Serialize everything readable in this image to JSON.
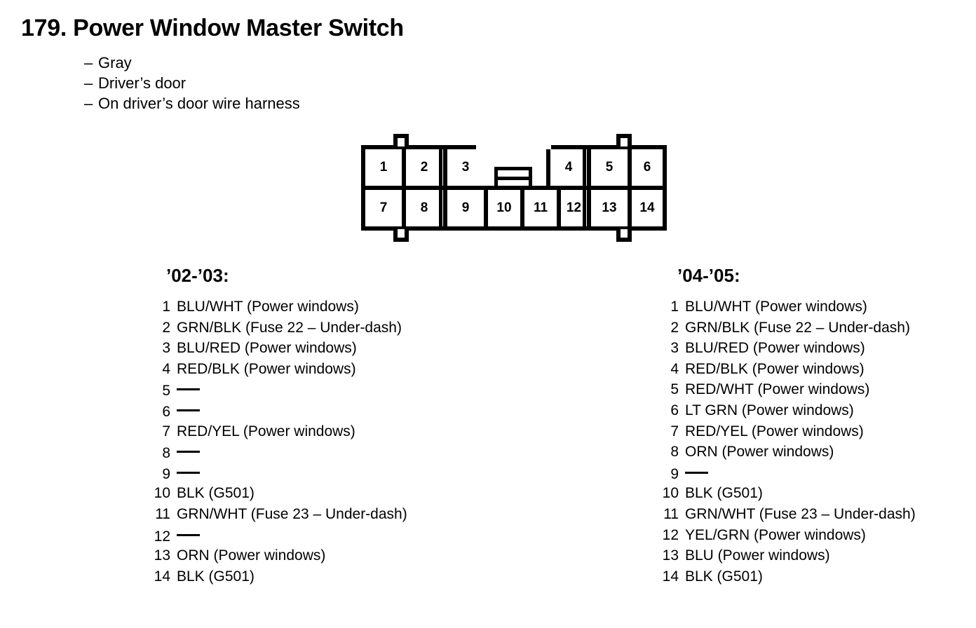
{
  "document": {
    "title": "179. Power Window Master Switch",
    "notes": [
      "Gray",
      "Driver’s door",
      "On driver’s door wire harness"
    ],
    "note_dash": "–"
  },
  "connector": {
    "top_row": [
      "1",
      "2",
      "3",
      "4",
      "5",
      "6"
    ],
    "bottom_row": [
      "7",
      "8",
      "9",
      "10",
      "11",
      "12",
      "13",
      "14"
    ],
    "keying_tab": "keying-tab"
  },
  "lists": [
    {
      "id": "list-0203",
      "heading": "’02-’03:",
      "pins": [
        {
          "num": "1",
          "desc": "BLU/WHT (Power windows)"
        },
        {
          "num": "2",
          "desc": "GRN/BLK (Fuse 22 – Under-dash)"
        },
        {
          "num": "3",
          "desc": "BLU/RED (Power windows)"
        },
        {
          "num": "4",
          "desc": "RED/BLK (Power windows)"
        },
        {
          "num": "5",
          "desc": ""
        },
        {
          "num": "6",
          "desc": ""
        },
        {
          "num": "7",
          "desc": "RED/YEL (Power windows)"
        },
        {
          "num": "8",
          "desc": ""
        },
        {
          "num": "9",
          "desc": ""
        },
        {
          "num": "10",
          "desc": "BLK (G501)"
        },
        {
          "num": "11",
          "desc": "GRN/WHT (Fuse 23 – Under-dash)"
        },
        {
          "num": "12",
          "desc": ""
        },
        {
          "num": "13",
          "desc": "ORN (Power windows)"
        },
        {
          "num": "14",
          "desc": "BLK (G501)"
        }
      ]
    },
    {
      "id": "list-0405",
      "heading": "’04-’05:",
      "pins": [
        {
          "num": "1",
          "desc": "BLU/WHT (Power windows)"
        },
        {
          "num": "2",
          "desc": "GRN/BLK (Fuse 22 – Under-dash)"
        },
        {
          "num": "3",
          "desc": "BLU/RED (Power windows)"
        },
        {
          "num": "4",
          "desc": "RED/BLK (Power windows)"
        },
        {
          "num": "5",
          "desc": "RED/WHT (Power windows)"
        },
        {
          "num": "6",
          "desc": "LT GRN (Power windows)"
        },
        {
          "num": "7",
          "desc": "RED/YEL (Power windows)"
        },
        {
          "num": "8",
          "desc": "ORN (Power windows)"
        },
        {
          "num": "9",
          "desc": ""
        },
        {
          "num": "10",
          "desc": "BLK (G501)"
        },
        {
          "num": "11",
          "desc": "GRN/WHT (Fuse 23 – Under-dash)"
        },
        {
          "num": "12",
          "desc": "YEL/GRN (Power windows)"
        },
        {
          "num": "13",
          "desc": "BLU (Power windows)"
        },
        {
          "num": "14",
          "desc": "BLK (G501)"
        }
      ]
    }
  ],
  "colors": {
    "ink": "#000000",
    "paper": "#ffffff"
  }
}
